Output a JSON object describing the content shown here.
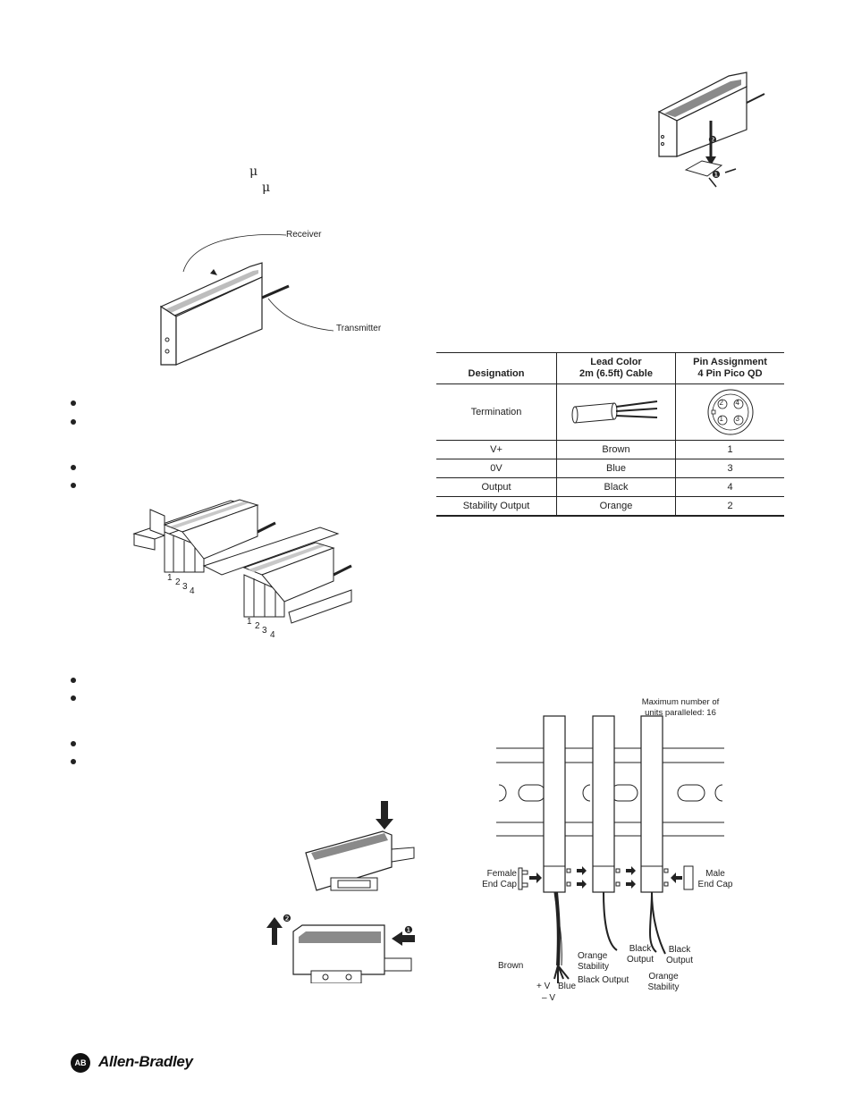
{
  "symbols": {
    "micro": "μ"
  },
  "figure_receiver": {
    "receiver": "Receiver",
    "transmitter": "Transmitter"
  },
  "figure_din": {
    "numbers_a": [
      "1",
      "2",
      "3",
      "4"
    ],
    "numbers_b": [
      "1",
      "2",
      "3",
      "4"
    ]
  },
  "figure_mount": {
    "step1": "❶",
    "step2": "❷"
  },
  "table": {
    "headers": [
      "Designation",
      "Lead Color\n2m (6.5ft) Cable",
      "Pin Assignment\n4 Pin Pico QD"
    ],
    "termination_label": "Termination",
    "pin_numbers": [
      "2",
      "4",
      "1",
      "3"
    ],
    "rows": [
      [
        "V+",
        "Brown",
        "1"
      ],
      [
        "0V",
        "Blue",
        "3"
      ],
      [
        "Output",
        "Black",
        "4"
      ],
      [
        "Stability Output",
        "Orange",
        "2"
      ]
    ]
  },
  "wiring": {
    "max_units": "Maximum number of\nunits paralleled: 16",
    "female_end_cap": "Female\nEnd Cap",
    "male_end_cap": "Male\nEnd Cap",
    "brown": "Brown",
    "plus_v": "+ V",
    "minus_v": "– V",
    "blue": "Blue",
    "orange_stability_1": "Orange\nStability",
    "black_output_1": "Black Output",
    "black_output_2": "Black\nOutput",
    "black_output_3": "Black\nOutput",
    "orange_stability_2": "Orange\nStability"
  },
  "footer": {
    "brand": "Allen-Bradley",
    "mark": "AB"
  }
}
